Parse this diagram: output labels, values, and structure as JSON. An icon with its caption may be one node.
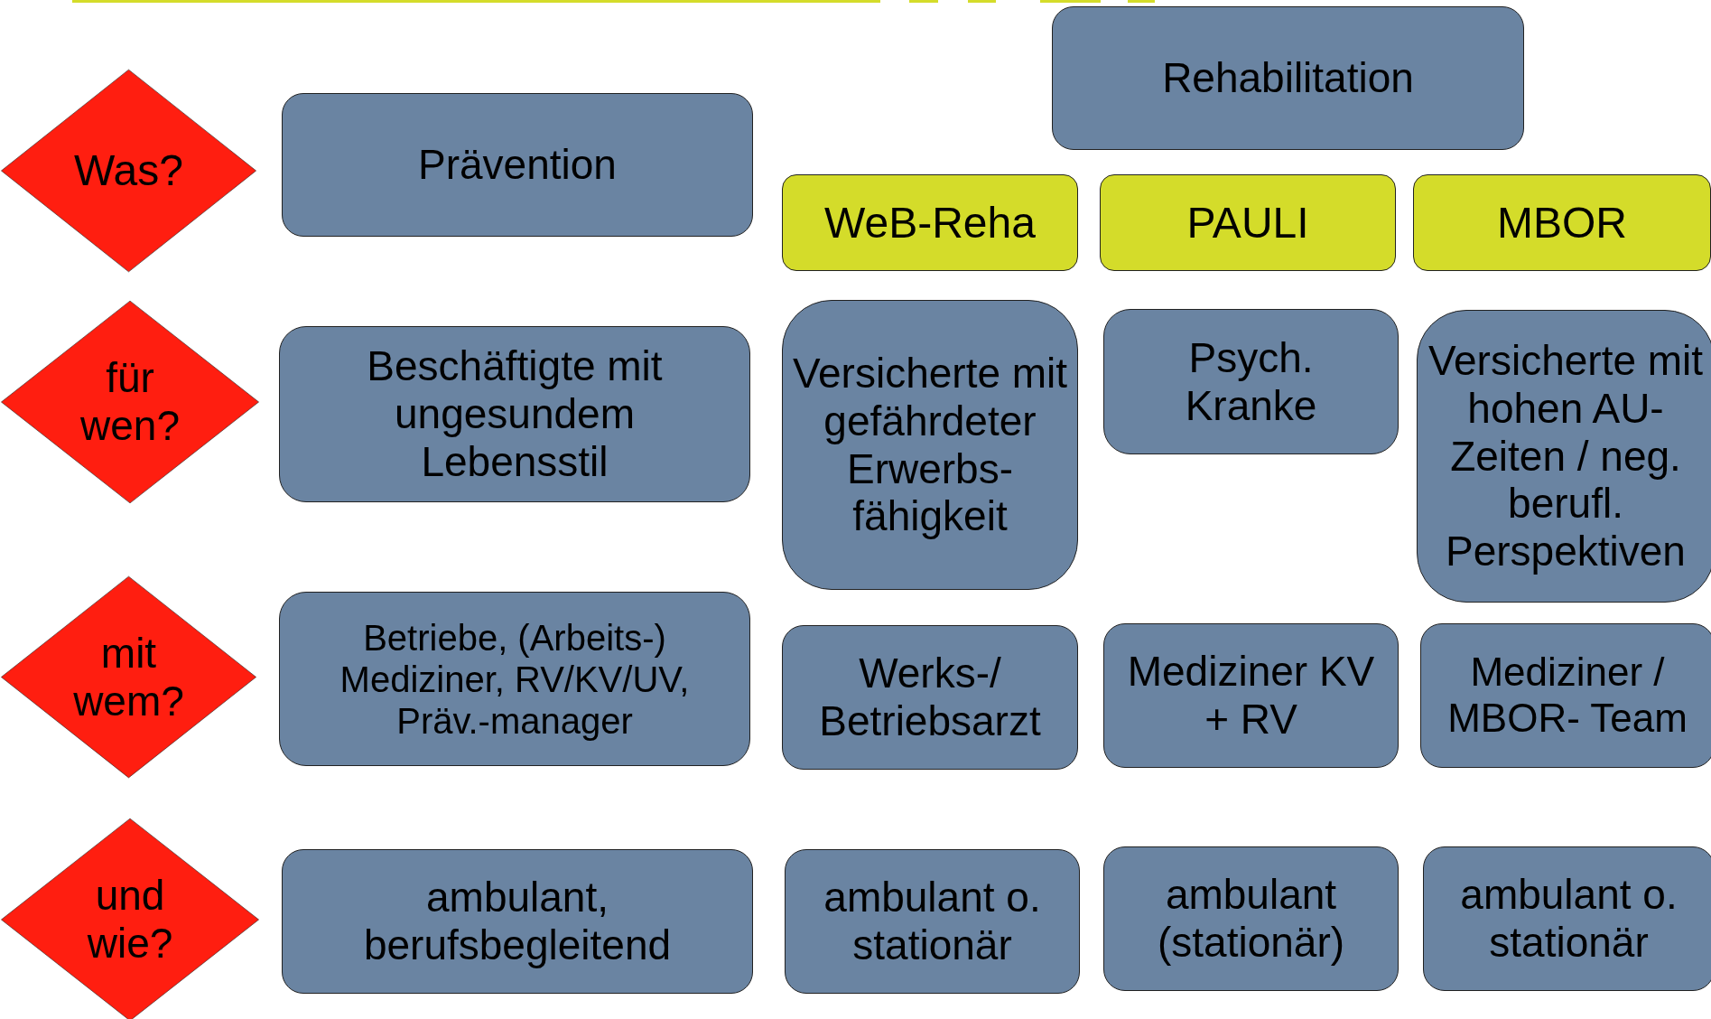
{
  "diagram": {
    "nodes": [
      {
        "text": [
          "Was?"
        ]
      },
      {
        "text": [
          "Prävention"
        ]
      },
      {
        "text": [
          "Rehabilitation"
        ]
      },
      {
        "text": [
          "WeB-Reha"
        ]
      },
      {
        "text": [
          "PAULI"
        ]
      },
      {
        "text": [
          "MBOR"
        ]
      },
      {
        "text": [
          "für wen?"
        ]
      },
      {
        "text": [
          "Beschäftigte mit ungesundem Lebensstil"
        ]
      },
      {
        "text": [
          "Versicherte mit gefährdeter Erwerbs- fähigkeit"
        ]
      },
      {
        "text": [
          "Psych. Kranke"
        ]
      },
      {
        "text": [
          "Versicherte mit hohen AU-Zeiten / neg. berufl. Perspektiven"
        ]
      },
      {
        "text": [
          "mit wem?"
        ]
      },
      {
        "text": [
          "Betriebe, (Arbeits-) Mediziner, RV/KV/UV, Präv.-manager"
        ]
      },
      {
        "text": [
          "Werks-/ Betriebsarzt"
        ]
      },
      {
        "text": [
          "Mediziner KV + RV"
        ]
      },
      {
        "text": [
          "Mediziner / MBOR- Team"
        ]
      },
      {
        "text": [
          "und wie?"
        ]
      },
      {
        "text": [
          "ambulant, berufsbegleitend"
        ]
      },
      {
        "text": [
          "ambulant o. stationär"
        ]
      },
      {
        "text": [
          "ambulant (stationär)"
        ]
      },
      {
        "text": [
          "ambulant o. stationär"
        ]
      }
    ]
  }
}
